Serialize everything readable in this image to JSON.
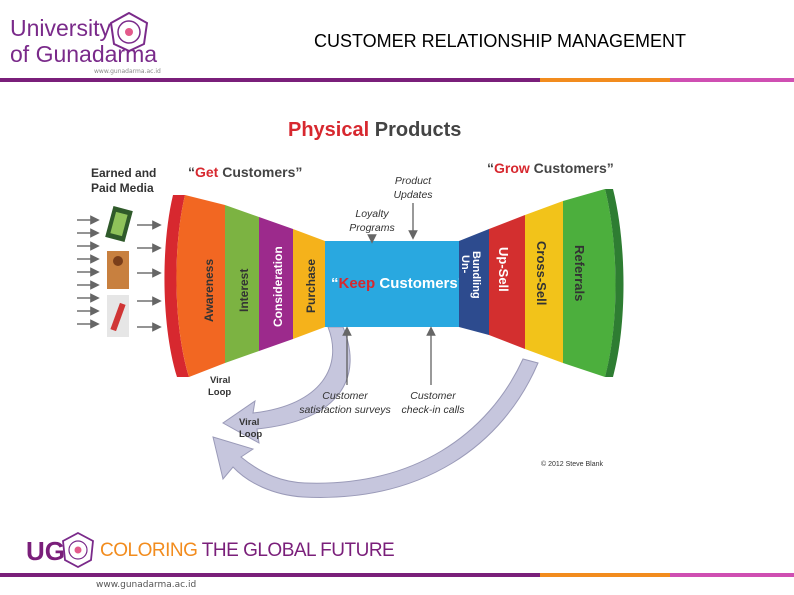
{
  "header": {
    "university_line1": "University",
    "university_line2": "of Gunadarma",
    "small_url": "www.gunadarma.ac.id",
    "slide_title": "CUSTOMER RELATIONSHIP MANAGEMENT"
  },
  "diagram": {
    "title_part1": "Physical",
    "title_part2": " Products",
    "earned_media_line1": "Earned and",
    "earned_media_line2": "Paid Media",
    "get_open_quote": "“",
    "get_word": "Get",
    "get_rest": " Customers”",
    "grow_open_quote": "“",
    "grow_word": "Grow",
    "grow_rest": " Customers”",
    "keep_open_quote": "“",
    "keep_word": "Keep",
    "keep_rest": " Customers”",
    "funnel_left": [
      "Awareness",
      "Interest",
      "Consideration",
      "Purchase"
    ],
    "funnel_right": [
      "Un-",
      "Bundling",
      "Up-Sell",
      "Cross-Sell",
      "Referrals"
    ],
    "product_updates_1": "Product",
    "product_updates_2": "Updates",
    "loyalty_1": "Loyalty",
    "loyalty_2": "Programs",
    "satisfaction_1": "Customer",
    "satisfaction_2": "satisfaction surveys",
    "checkin_1": "Customer",
    "checkin_2": "check-in calls",
    "viral1_1": "Viral",
    "viral1_2": "Loop",
    "viral2_1": "Viral",
    "viral2_2": "Loop",
    "copyright": "© 2012 Steve Blank",
    "colors": {
      "red": "#d7282f",
      "awareness": "#f26722",
      "interest": "#7cb342",
      "consideration": "#9c2a8c",
      "purchase": "#f5b21b",
      "keep": "#29a8e0",
      "unbundling": "#2d4b8e",
      "upsell": "#d32f2f",
      "crosssell": "#f2c31a",
      "referrals": "#4caf3d",
      "loop": "#c6c6dd"
    }
  },
  "footer": {
    "ug": "UG",
    "coloring": "COLORING",
    "global_future": " THE GLOBAL FUTURE",
    "url": "www.gunadarma.ac.id"
  }
}
